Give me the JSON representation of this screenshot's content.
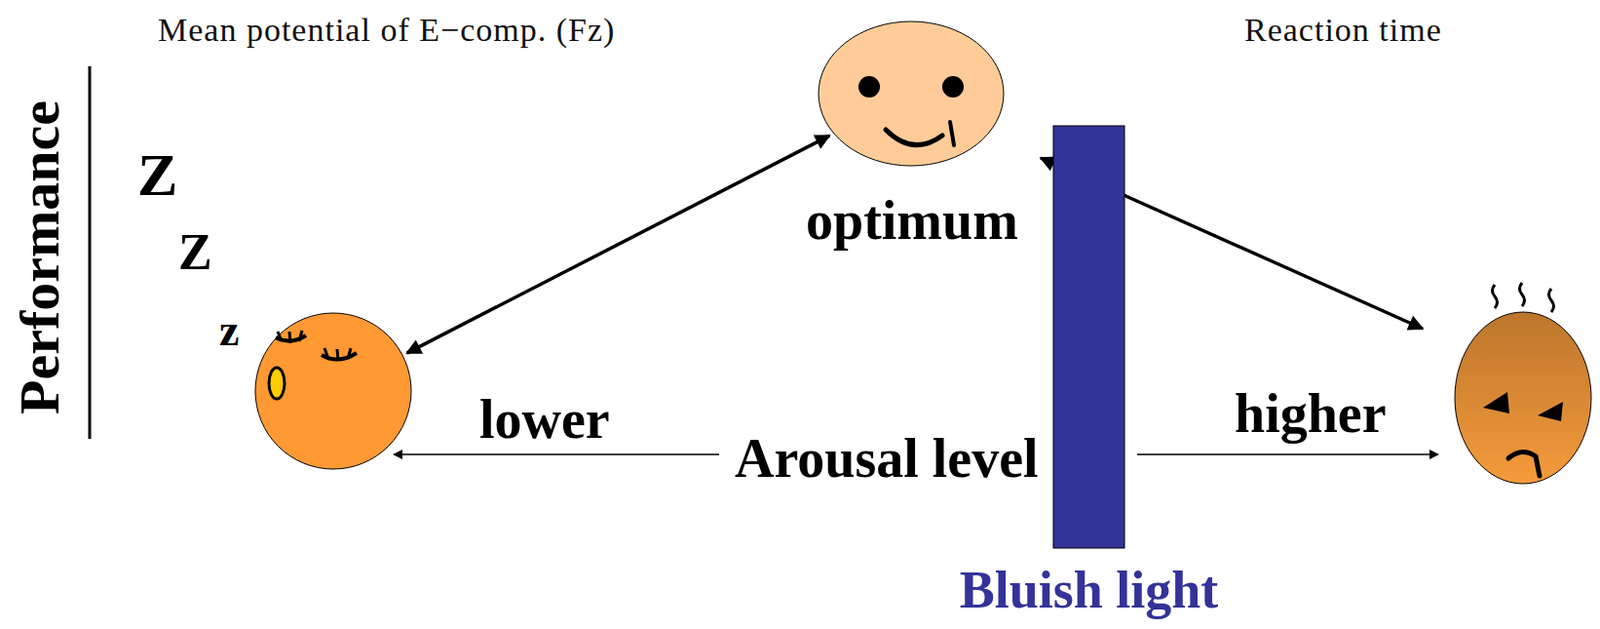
{
  "diagram": {
    "nodes": [
      {
        "text": [
          "Z",
          "Z",
          "z"
        ]
      },
      {
        "text": [
          "optimum"
        ]
      },
      {
        "text": [
          "Bluish light"
        ]
      }
    ],
    "edges": [
      {
        "from": 0,
        "to": 1,
        "arrow": "both"
      }
    ],
    "labels": [
      "Mean potential of E−comp. (Fz)",
      "Reaction time",
      "Performance",
      "lower",
      "Arousal level",
      "higher"
    ]
  }
}
